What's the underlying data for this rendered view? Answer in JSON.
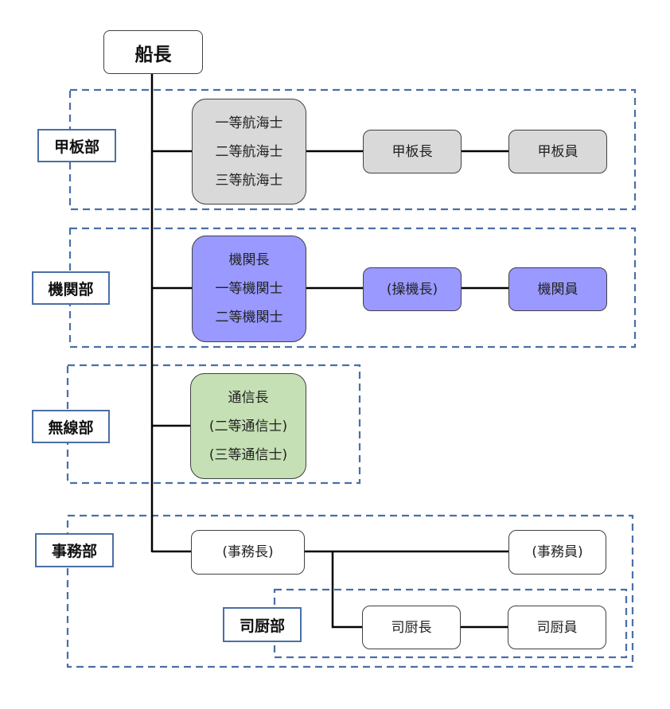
{
  "captain": "船長",
  "departments": {
    "deck": {
      "label": "甲板部",
      "officers": [
        "一等航海士",
        "二等航海士",
        "三等航海士"
      ],
      "chief": "甲板長",
      "crew": "甲板員",
      "color": "#d9d9d9"
    },
    "engine": {
      "label": "機関部",
      "officers": [
        "機関長",
        "一等機関士",
        "二等機関士"
      ],
      "chief": "(操機長)",
      "crew": "機関員",
      "color": "#9999ff"
    },
    "radio": {
      "label": "無線部",
      "officers": [
        "通信長",
        "(二等通信士)",
        "(三等通信士)"
      ],
      "color": "#c5e0b4"
    },
    "purser": {
      "label": "事務部",
      "chief": "(事務長)",
      "crew": "(事務員)"
    },
    "galley": {
      "label": "司厨部",
      "chief": "司厨長",
      "crew": "司厨員"
    }
  }
}
